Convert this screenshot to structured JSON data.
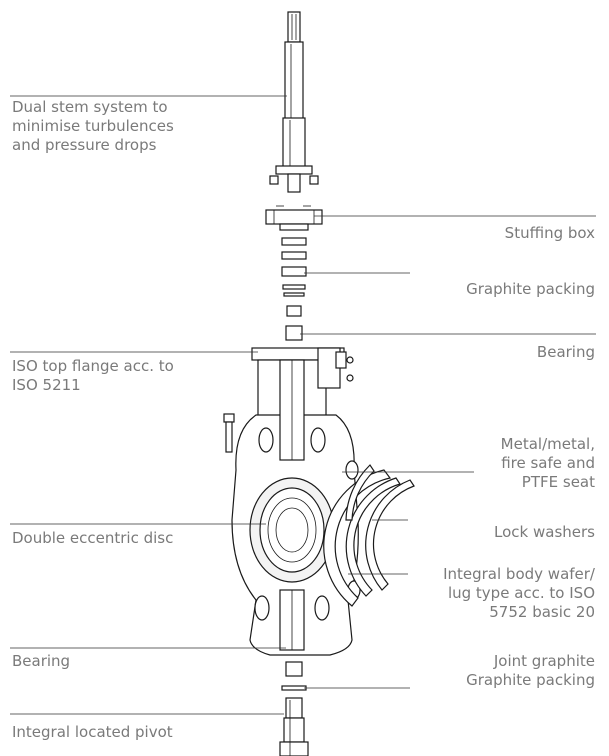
{
  "labels": {
    "dual_stem": "Dual stem system to\nminimise turbulences\nand pressure drops",
    "stuffing_box": "Stuffing box",
    "graphite_packing_top": "Graphite packing",
    "bearing_top": "Bearing",
    "iso_flange": "ISO top flange acc. to\nISO 5211",
    "seat": "Metal/metal,\nfire safe and\nPTFE seat",
    "disc": "Double eccentric disc",
    "lock_washers": "Lock washers",
    "body": "Integral body wafer/\nlug type acc. to ISO\n5752 basic 20",
    "bearing_bottom": "Bearing",
    "joint_graphite": "Joint graphite\nGraphite packing",
    "pivot": "Integral located pivot"
  },
  "colors": {
    "label_text": "#7a7a7a",
    "line": "#1a1a1a"
  }
}
